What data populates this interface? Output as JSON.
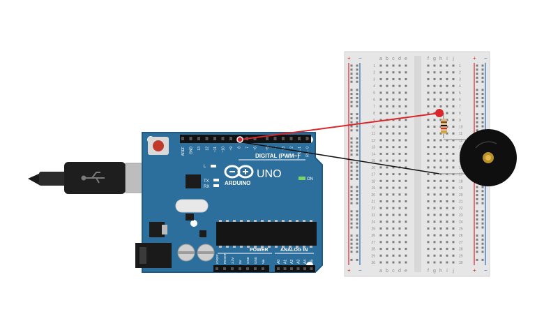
{
  "colors": {
    "board": "#2d6f9c",
    "board_edge": "#1f5b84",
    "breadboard": "#e6e6e6",
    "red_wire": "#d8262b",
    "black_wire": "#111111",
    "red_rail": "#d8262b",
    "blue_rail": "#2b6bb4",
    "buzzer": "#0f0f0f",
    "buzzer_center": "#c89a2e"
  },
  "arduino": {
    "brand": "ARDUINO",
    "model": "UNO",
    "digital_header": "DIGITAL (PWM~)",
    "power_header": "POWER",
    "analog_header": "ANALOG IN",
    "led_l": "L",
    "led_tx": "TX",
    "led_rx": "RX",
    "led_on": "ON",
    "digital_pins": [
      "AREF",
      "GND",
      "13",
      "12",
      "~11",
      "~10",
      "~9",
      "8",
      "7",
      "~6",
      "~5",
      "4",
      "~3",
      "2",
      "TX→1",
      "RX←0"
    ],
    "power_pins": [
      "IOREF",
      "RESET",
      "3.3V",
      "5V",
      "GND",
      "GND",
      "Vin"
    ],
    "analog_pins": [
      "A0",
      "A1",
      "A2",
      "A3",
      "A4",
      "A5"
    ]
  },
  "breadboard": {
    "columns_left": [
      "a",
      "b",
      "c",
      "d",
      "e"
    ],
    "columns_right": [
      "f",
      "g",
      "h",
      "i",
      "j"
    ],
    "rail_plus": "+",
    "rail_minus": "−",
    "row_count": 30
  },
  "components": {
    "usb_cable": "usb-cable",
    "resistor": "resistor",
    "buzzer": "piezo-buzzer"
  }
}
